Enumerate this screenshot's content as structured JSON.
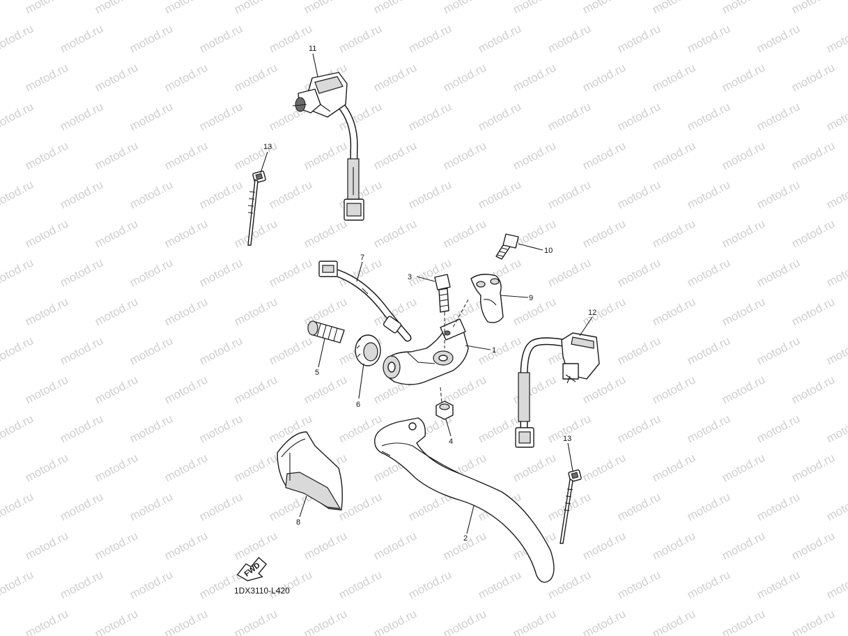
{
  "watermark": {
    "text": "motod.ru",
    "color": "#cfcfcf"
  },
  "diagram_code": "1DX3110-L420",
  "fwd_label": "FWD",
  "callouts": {
    "c1": "1",
    "c2": "2",
    "c3": "3",
    "c4": "4",
    "c5": "5",
    "c6": "6",
    "c7": "7",
    "c8": "8",
    "c9": "9",
    "c10": "10",
    "c11": "11",
    "c12": "12",
    "c13a": "13",
    "c13b": "13"
  },
  "parts": [
    {
      "id": "lever-holder",
      "icon": "lever-holder-icon"
    },
    {
      "id": "lever",
      "icon": "lever-icon"
    },
    {
      "id": "bolt",
      "icon": "bolt-icon"
    },
    {
      "id": "nut",
      "icon": "nut-icon"
    },
    {
      "id": "adjuster",
      "icon": "adjuster-icon"
    },
    {
      "id": "locknut",
      "icon": "locknut-icon"
    },
    {
      "id": "switch-wire",
      "icon": "switch-wire-icon"
    },
    {
      "id": "lever-guard",
      "icon": "lever-guard-icon"
    },
    {
      "id": "clamp",
      "icon": "clamp-icon"
    },
    {
      "id": "clamp-bolt",
      "icon": "clamp-bolt-icon"
    },
    {
      "id": "handlebar-switch-left",
      "icon": "handlebar-switch-icon"
    },
    {
      "id": "handlebar-switch-right",
      "icon": "handlebar-switch-icon"
    },
    {
      "id": "cable-tie",
      "icon": "cable-tie-icon"
    }
  ]
}
